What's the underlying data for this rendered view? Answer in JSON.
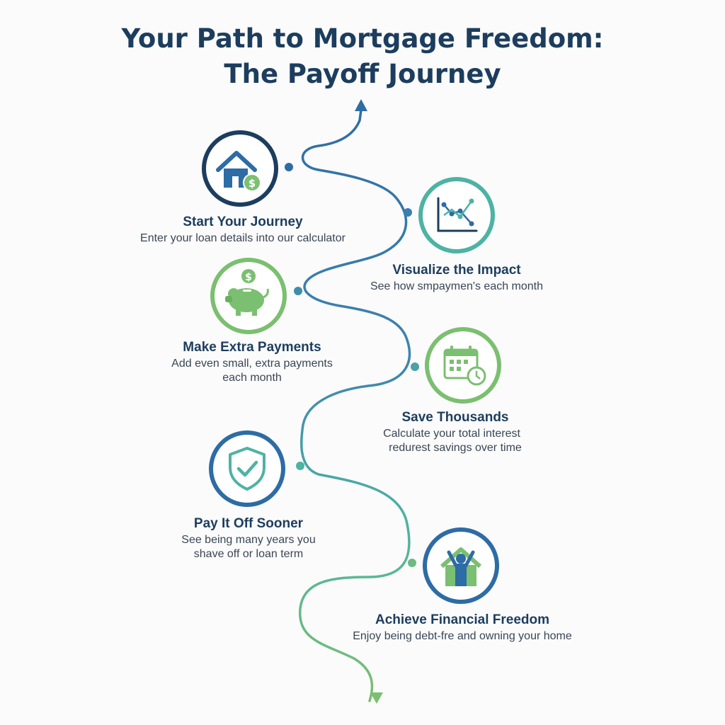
{
  "title": {
    "line1": "Your Path to Mortgage Freedom:",
    "line2": "The Payoff Journey"
  },
  "colors": {
    "navy": "#1c3d5e",
    "blue": "#2d6ca5",
    "teal": "#4db3a3",
    "green": "#7bbf70",
    "text": "#394655"
  },
  "steps": [
    {
      "icon": "house-dollar-icon",
      "title": "Start Your Journey",
      "desc": [
        "Enter your loan details into our calculator"
      ]
    },
    {
      "icon": "line-chart-icon",
      "title": "Visualize the Impact",
      "desc": [
        "See how smpaymen's each month"
      ]
    },
    {
      "icon": "piggy-bank-icon",
      "title": "Make Extra Payments",
      "desc": [
        "Add even small, extra payments",
        "each month"
      ]
    },
    {
      "icon": "calendar-clock-icon",
      "title": "Save Thousands",
      "desc": [
        "Calculate your total interest",
        "redurest savings over time"
      ]
    },
    {
      "icon": "shield-check-icon",
      "title": "Pay It Off Sooner",
      "desc": [
        "See being many years you",
        "shave off or loan term"
      ]
    },
    {
      "icon": "freedom-home-icon",
      "title": "Achieve Financial Freedom",
      "desc": [
        "Enjoy being debt-fre and owning your home"
      ]
    }
  ]
}
